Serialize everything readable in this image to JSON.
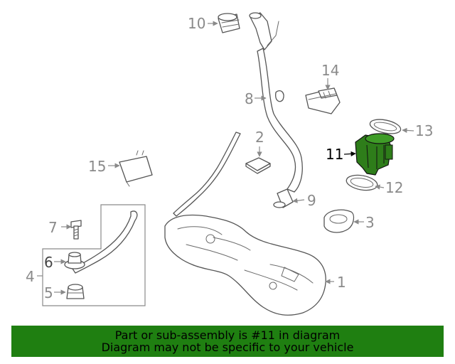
{
  "callouts": {
    "c1": "1",
    "c2": "2",
    "c3": "3",
    "c4": "4",
    "c5": "5",
    "c6": "6",
    "c7": "7",
    "c8": "8",
    "c9": "9",
    "c10": "10",
    "c11": "11",
    "c12": "12",
    "c13": "13",
    "c14": "14",
    "c15": "15"
  },
  "highlighted_part": "11",
  "colors": {
    "highlight_fill": "#2e7d1a",
    "banner_background": "#1f7f11",
    "callout_text": "#8a8a8a"
  },
  "banner": {
    "line1": "Part or sub-assembly is #11 in diagram",
    "line2": "Diagram may not be specific to your vehicle"
  }
}
